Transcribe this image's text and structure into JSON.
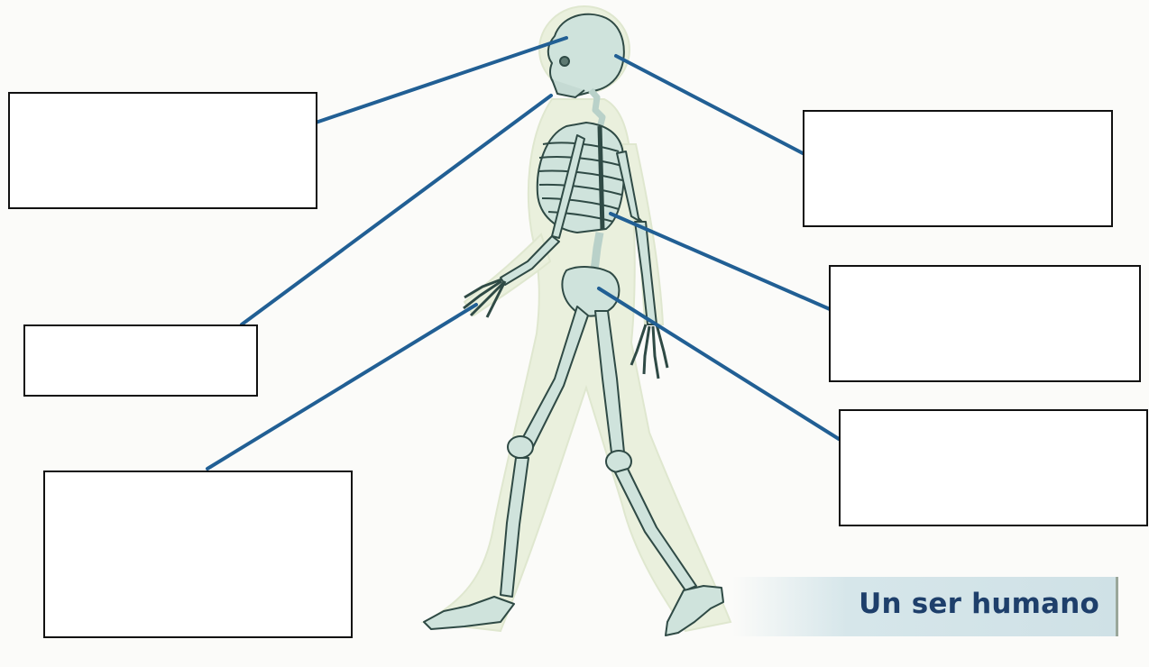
{
  "caption": "Un ser humano",
  "colors": {
    "leader_line": "#215f94",
    "bone": "#cfe3dc",
    "bone_outline": "#2f4a45",
    "body_silhouette": "#eaf0dd",
    "box_border": "#111111",
    "caption_text": "#1e3f6b"
  },
  "label_boxes": [
    {
      "id": "skull",
      "text": ""
    },
    {
      "id": "spine",
      "text": ""
    },
    {
      "id": "ribs",
      "text": ""
    },
    {
      "id": "hand",
      "text": ""
    },
    {
      "id": "hip",
      "text": ""
    },
    {
      "id": "cranium",
      "text": ""
    }
  ],
  "illustration": "human-skeleton-walking"
}
